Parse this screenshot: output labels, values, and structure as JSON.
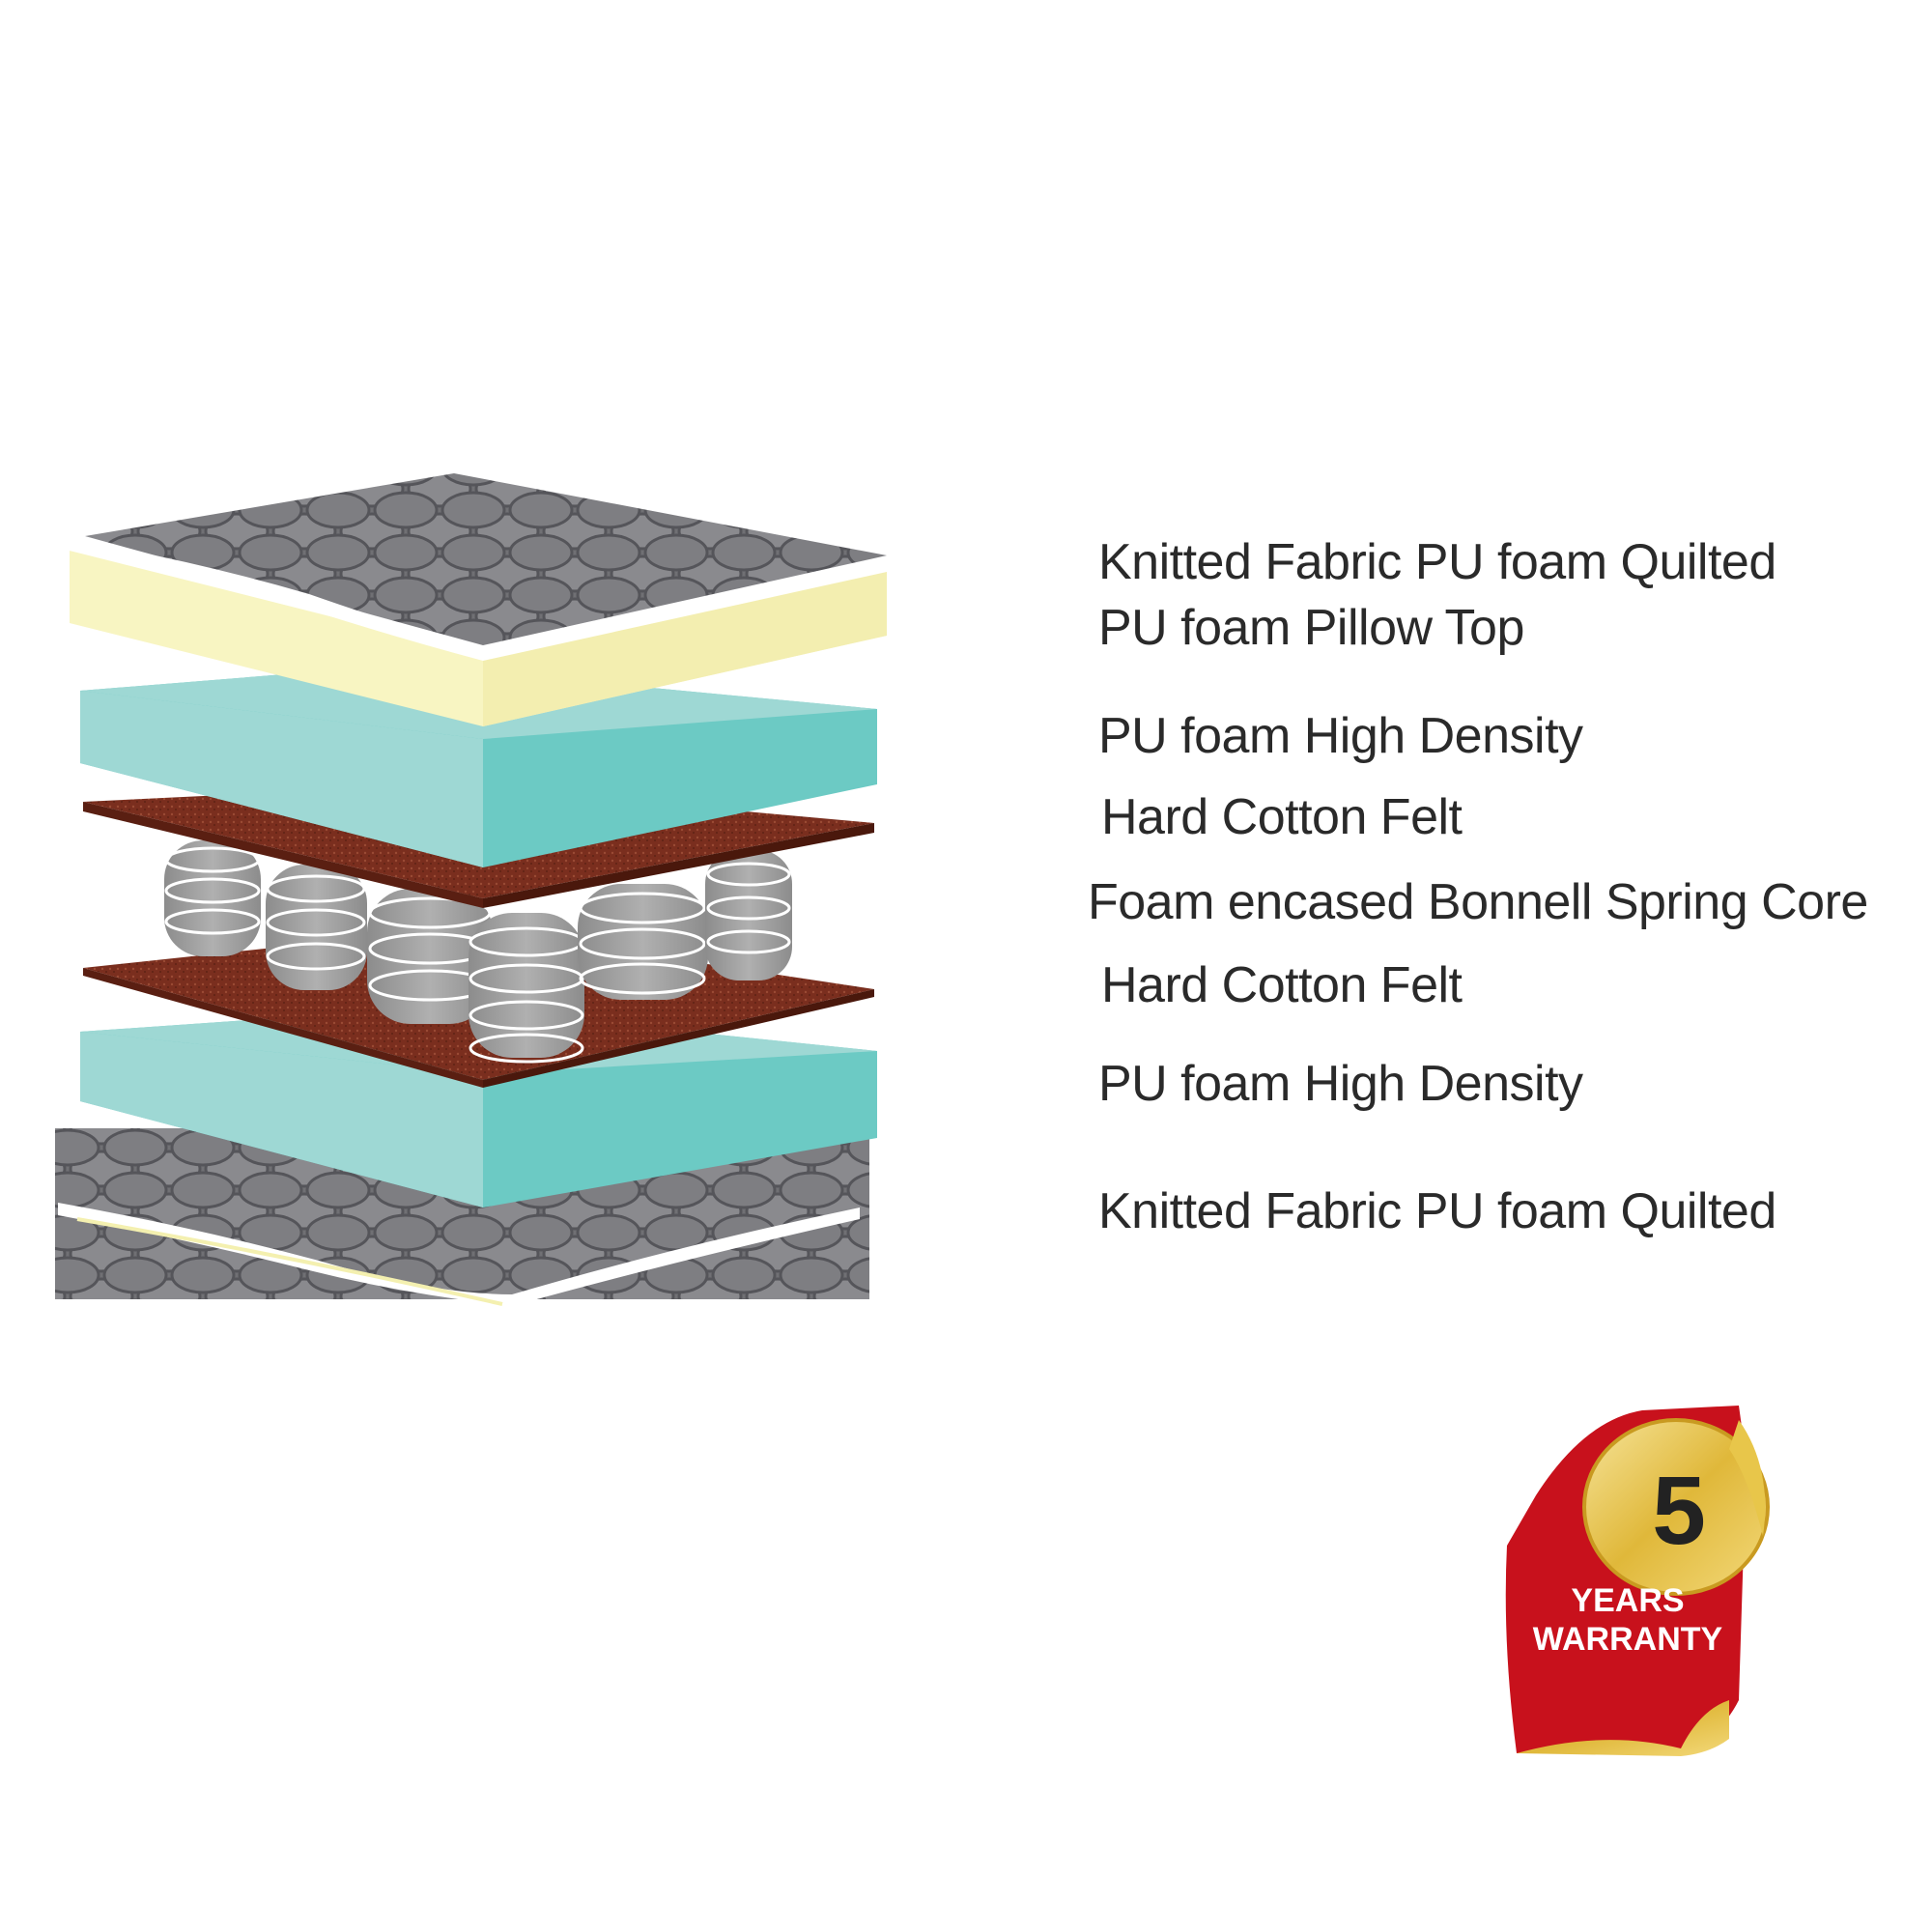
{
  "layers": [
    {
      "id": "top-fabric",
      "lines": [
        "Knitted Fabric PU foam Quilted",
        "PU foam Pillow Top"
      ]
    },
    {
      "id": "top-foam",
      "lines": [
        "PU foam High Density"
      ]
    },
    {
      "id": "top-felt",
      "lines": [
        "Hard Cotton Felt"
      ]
    },
    {
      "id": "spring-core",
      "lines": [
        "Foam encased Bonnell Spring Core"
      ]
    },
    {
      "id": "bottom-felt",
      "lines": [
        "Hard Cotton Felt"
      ]
    },
    {
      "id": "bottom-foam",
      "lines": [
        "PU foam High Density"
      ]
    },
    {
      "id": "bottom-fabric",
      "lines": [
        "Knitted Fabric PU foam Quilted"
      ]
    }
  ],
  "warranty": {
    "number": "5",
    "line1": "YEARS",
    "line2": "WARRANTY"
  },
  "colors": {
    "fabric": "#6e6e72",
    "pillow_top": "#f8f5c2",
    "foam_top_face": "#9ed8d4",
    "foam_front": "#6ccac4",
    "felt": "#7a2e1e",
    "spring": "#9a9a9a",
    "badge_red": "#c8111c",
    "badge_gold": "#e8c64a",
    "text": "#2a2a2a"
  }
}
